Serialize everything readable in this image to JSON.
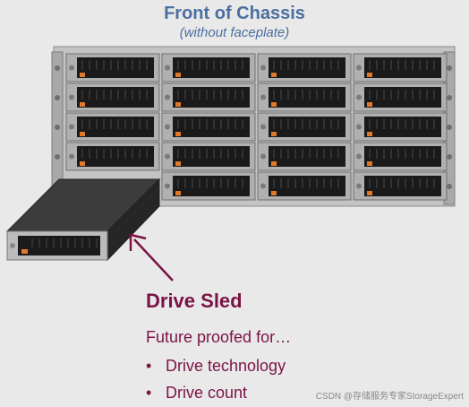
{
  "header": {
    "title": "Front of Chassis",
    "subtitle": "(without faceplate)"
  },
  "chassis": {
    "bays_rows": 5,
    "bays_cols": 4,
    "frame_color": "#b9b9b9",
    "bay_color": "#1a1a1a",
    "led_color": "#e07a2a"
  },
  "sled": {
    "title": "Drive Sled",
    "lead": "Future proofed for…",
    "bullets": [
      "Drive technology",
      "Drive count"
    ],
    "accent_color": "#7b1346"
  },
  "watermark": "CSDN @存储服务专家StorageExpert"
}
